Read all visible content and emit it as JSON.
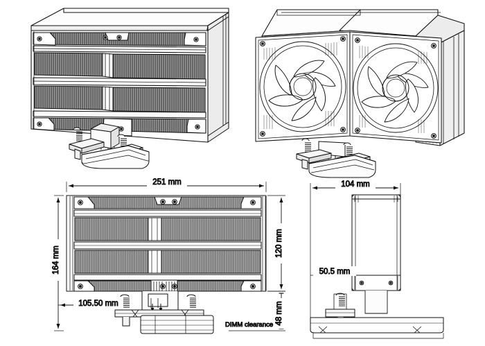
{
  "document": {
    "type": "technical-drawing",
    "subject": "Dual-tower CPU air cooler",
    "background_color": "#ffffff",
    "line_color": "#1a1a1a",
    "fin_fill_color": "#6e6e6e",
    "shade_fill_color": "#c9c9c9"
  },
  "views": {
    "iso_fin": {
      "name": "isometric-view-fin-side",
      "label": ""
    },
    "iso_fan": {
      "name": "isometric-view-fan-side",
      "label": ""
    },
    "front": {
      "name": "front-orthographic-view",
      "label": ""
    },
    "side": {
      "name": "side-orthographic-view",
      "label": ""
    }
  },
  "dimensions": {
    "front_width": "251 mm",
    "front_height": "164 mm",
    "fin_stack_height": "120 mm",
    "base_offset_width": "105.50 mm",
    "dimm_clearance_height": "48 mm",
    "dimm_clearance_label": "DIMM clearance",
    "side_depth": "104 mm",
    "side_base_height": "50.5 mm"
  },
  "annotations": [
    {
      "id": "d-251",
      "text": "251 mm",
      "orientation": "horizontal"
    },
    {
      "id": "d-164",
      "text": "164 mm",
      "orientation": "vertical"
    },
    {
      "id": "d-120",
      "text": "120 mm",
      "orientation": "vertical"
    },
    {
      "id": "d-48",
      "text": "48 mm",
      "orientation": "vertical"
    },
    {
      "id": "d-105-50",
      "text": "105.50 mm",
      "orientation": "horizontal"
    },
    {
      "id": "d-dimm",
      "text": "DIMM clearance",
      "orientation": "horizontal"
    },
    {
      "id": "d-104",
      "text": "104 mm",
      "orientation": "horizontal"
    },
    {
      "id": "d-50-5",
      "text": "50.5 mm",
      "orientation": "horizontal"
    }
  ]
}
